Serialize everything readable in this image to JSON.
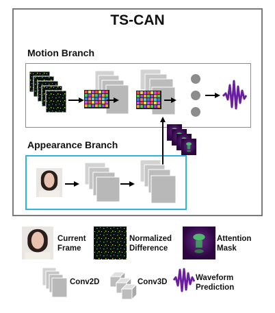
{
  "title": "TS-CAN",
  "branches": {
    "motion": "Motion Branch",
    "appearance": "Appearance Branch"
  },
  "legend": {
    "current_frame": [
      "Current",
      "Frame"
    ],
    "normalized_difference": [
      "Normalized",
      "Difference"
    ],
    "attention_mask": [
      "Attention",
      "Mask"
    ],
    "conv2d": "Conv2D",
    "conv3d": "Conv3D",
    "waveform_prediction": [
      "Waveform",
      "Prediction"
    ]
  },
  "colors": {
    "frame_border": "#7a7a7a",
    "appearance_border": "#2bb6e0",
    "waveform": "#6a1fa0",
    "attention_mask_bg": "#3a0a52",
    "attention_mask_fg": "#4cd36a",
    "gray_block": "#b8b8b8"
  },
  "icons": [
    "normalized-difference-stack-icon",
    "conv3d-block-icon",
    "conv2d-block-icon",
    "dot-icon",
    "waveform-icon",
    "face-icon",
    "attention-mask-icon",
    "arrow-icon"
  ]
}
